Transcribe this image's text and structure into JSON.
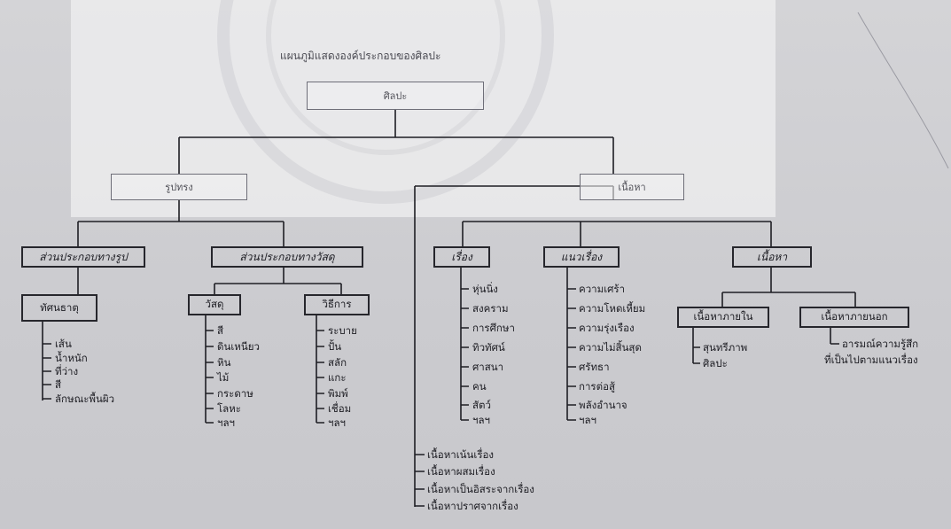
{
  "title": "แผนภูมิแสดงองค์ประกอบของศิลปะ",
  "root": "ศิลปะ",
  "form_branch": {
    "label": "รูปทรง",
    "visual": {
      "label": "ส่วนประกอบทางรูป",
      "child": "ทัศนธาตุ",
      "items": [
        "เส้น",
        "น้ำหนัก",
        "ที่ว่าง",
        "สี",
        "ลักษณะพื้นผิว"
      ]
    },
    "material": {
      "label": "ส่วนประกอบทางวัสดุ",
      "materials": {
        "label": "วัสดุ",
        "items": [
          "สี",
          "ดินเหนียว",
          "หิน",
          "ไม้",
          "กระดาษ",
          "โลหะ",
          "ฯลฯ"
        ]
      },
      "methods": {
        "label": "วิธีการ",
        "items": [
          "ระบาย",
          "ปั้น",
          "สลัก",
          "แกะ",
          "พิมพ์",
          "เชื่อม",
          "ฯลฯ"
        ]
      }
    }
  },
  "content_branch": {
    "label": "เนื้อหา",
    "story": {
      "label": "เรื่อง",
      "items": [
        "หุ่นนิ่ง",
        "สงคราม",
        "การศึกษา",
        "ทิวทัศน์",
        "ศาสนา",
        "คน",
        "สัตว์",
        "ฯลฯ"
      ]
    },
    "theme": {
      "label": "แนวเรื่อง",
      "items": [
        "ความเศร้า",
        "ความโหดเหี้ยม",
        "ความรุ่งเรือง",
        "ความไม่สิ้นสุด",
        "ศรัทธา",
        "การต่อสู้",
        "พลังอำนาจ",
        "ฯลฯ"
      ]
    },
    "content": {
      "label": "เนื้อหา",
      "inner": {
        "label": "เนื้อหาภายใน",
        "items": [
          "สุนทรีภาพ",
          "ศิลปะ"
        ]
      },
      "outer": {
        "label": "เนื้อหาภายนอก",
        "items": [
          "อารมณ์ความรู้สึก",
          "ที่เป็นไปตามแนวเรื่อง"
        ]
      }
    },
    "relations": [
      "เนื้อหาเน้นเรื่อง",
      "เนื้อหาผสมเรื่อง",
      "เนื้อหาเป็นอิสระจากเรื่อง",
      "เนื้อหาปราศจากเรื่อง"
    ]
  }
}
